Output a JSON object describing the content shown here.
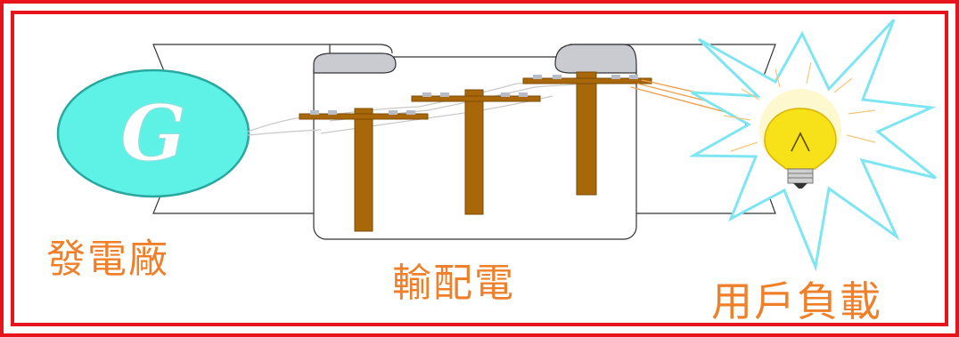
{
  "generator": {
    "letter": "G",
    "label": "發電廠"
  },
  "transmission": {
    "label": "輸配電"
  },
  "load": {
    "label": "用戶負載"
  },
  "colors": {
    "frame": "#e8141b",
    "label": "#f07f2a",
    "generator_fill": "#5ef2e6",
    "pole": "#a86709",
    "insulator": "#b8bcc6",
    "wire": "#c9c9c9",
    "load_wire": "#f0a050",
    "burst_outline": "#7ee6f2",
    "bulb": "#f7e21a"
  },
  "icons": {
    "generator": "generator-circle",
    "poles": "utility-pole-icon",
    "bulb": "light-bulb-icon"
  }
}
